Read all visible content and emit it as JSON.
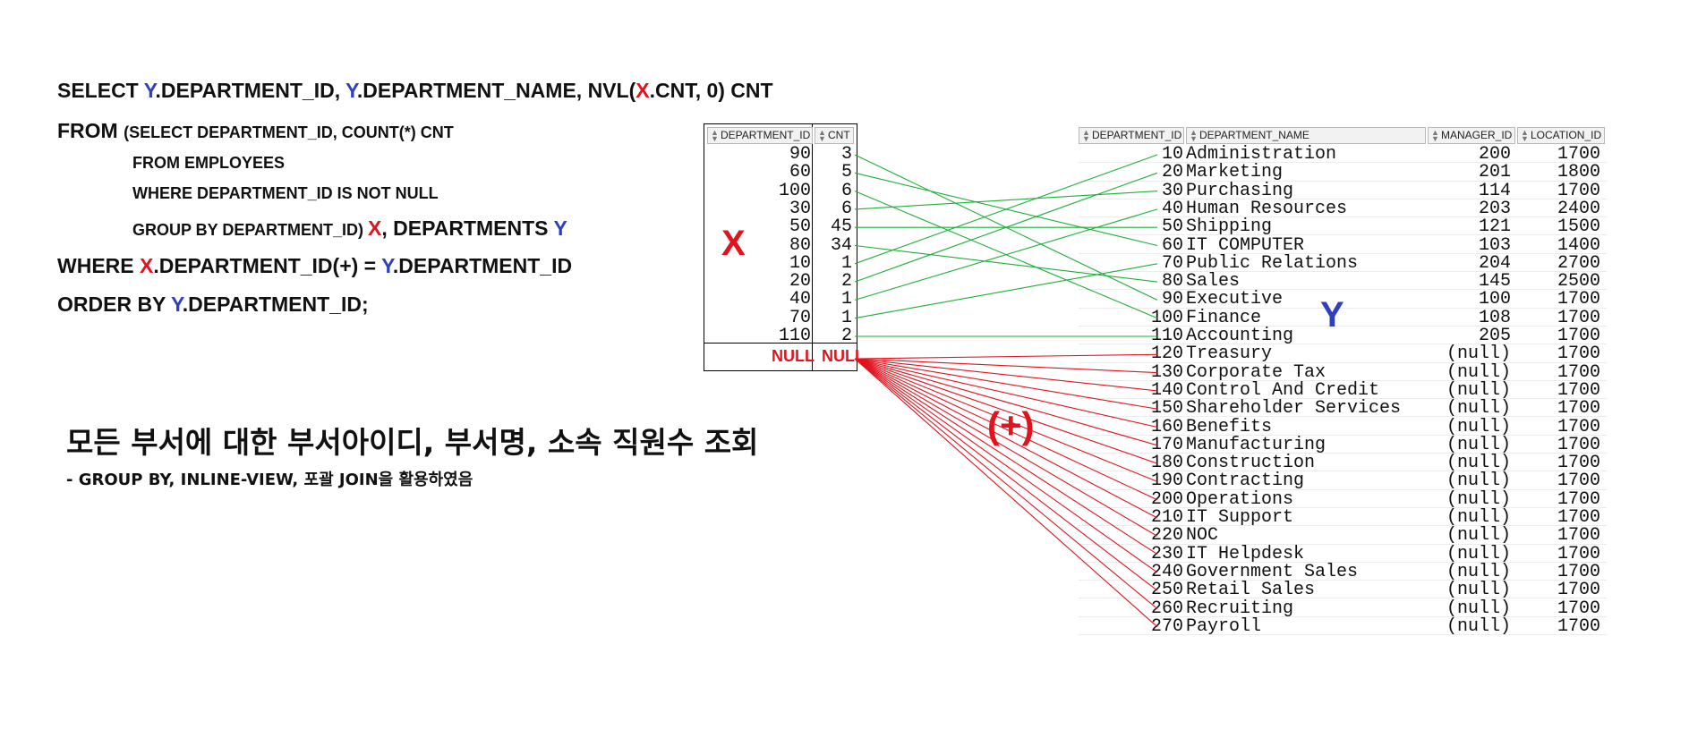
{
  "sql": {
    "select_kw": "SELECT ",
    "y1": "Y",
    "select_col1": ".DEPARTMENT_ID, ",
    "y2": "Y",
    "select_col2": ".DEPARTMENT_NAME, NVL(",
    "x1": "X",
    "select_col3": ".CNT, 0) CNT",
    "from_kw": "FROM ",
    "sub1": "(SELECT DEPARTMENT_ID, COUNT(*) CNT",
    "sub2": "FROM EMPLOYEES",
    "sub3": "WHERE DEPARTMENT_ID IS NOT NULL",
    "sub4": "GROUP BY DEPARTMENT_ID) ",
    "x2": "X",
    "sub4_tail": ", DEPARTMENTS ",
    "y3": "Y",
    "where_kw": "WHERE ",
    "x3": "X",
    "where_mid": ".DEPARTMENT_ID(+) = ",
    "y4": "Y",
    "where_tail": ".DEPARTMENT_ID",
    "order_kw": "ORDER BY ",
    "y5": "Y",
    "order_tail": ".DEPARTMENT_ID;"
  },
  "description": {
    "title": "모든 부서에 대한 부서아이디, 부서명, 소속 직원수 조회",
    "subtitle": "- GROUP BY, INLINE-VIEW, 포괄 JOIN을 활용하였음"
  },
  "labels": {
    "x": "X",
    "y": "Y",
    "outer": "(+)"
  },
  "x_table": {
    "headers": [
      "DEPARTMENT_ID",
      "CNT"
    ],
    "rows": [
      [
        "90",
        "3"
      ],
      [
        "60",
        "5"
      ],
      [
        "100",
        "6"
      ],
      [
        "30",
        "6"
      ],
      [
        "50",
        "45"
      ],
      [
        "80",
        "34"
      ],
      [
        "10",
        "1"
      ],
      [
        "20",
        "2"
      ],
      [
        "40",
        "1"
      ],
      [
        "70",
        "1"
      ],
      [
        "110",
        "2"
      ]
    ],
    "null_row": [
      "NULL",
      "NULL"
    ]
  },
  "y_table": {
    "headers": [
      "DEPARTMENT_ID",
      "DEPARTMENT_NAME",
      "MANAGER_ID",
      "LOCATION_ID"
    ],
    "rows": [
      [
        "10",
        "Administration",
        "200",
        "1700"
      ],
      [
        "20",
        "Marketing",
        "201",
        "1800"
      ],
      [
        "30",
        "Purchasing",
        "114",
        "1700"
      ],
      [
        "40",
        "Human Resources",
        "203",
        "2400"
      ],
      [
        "50",
        "Shipping",
        "121",
        "1500"
      ],
      [
        "60",
        "IT COMPUTER",
        "103",
        "1400"
      ],
      [
        "70",
        "Public Relations",
        "204",
        "2700"
      ],
      [
        "80",
        "Sales",
        "145",
        "2500"
      ],
      [
        "90",
        "Executive",
        "100",
        "1700"
      ],
      [
        "100",
        "Finance",
        "108",
        "1700"
      ],
      [
        "110",
        "Accounting",
        "205",
        "1700"
      ],
      [
        "120",
        "Treasury",
        "(null)",
        "1700"
      ],
      [
        "130",
        "Corporate Tax",
        "(null)",
        "1700"
      ],
      [
        "140",
        "Control And Credit",
        "(null)",
        "1700"
      ],
      [
        "150",
        "Shareholder Services",
        "(null)",
        "1700"
      ],
      [
        "160",
        "Benefits",
        "(null)",
        "1700"
      ],
      [
        "170",
        "Manufacturing",
        "(null)",
        "1700"
      ],
      [
        "180",
        "Construction",
        "(null)",
        "1700"
      ],
      [
        "190",
        "Contracting",
        "(null)",
        "1700"
      ],
      [
        "200",
        "Operations",
        "(null)",
        "1700"
      ],
      [
        "210",
        "IT Support",
        "(null)",
        "1700"
      ],
      [
        "220",
        "NOC",
        "(null)",
        "1700"
      ],
      [
        "230",
        "IT Helpdesk",
        "(null)",
        "1700"
      ],
      [
        "240",
        "Government Sales",
        "(null)",
        "1700"
      ],
      [
        "250",
        "Retail Sales",
        "(null)",
        "1700"
      ],
      [
        "260",
        "Recruiting",
        "(null)",
        "1700"
      ],
      [
        "270",
        "Payroll",
        "(null)",
        "1700"
      ]
    ]
  },
  "colors": {
    "match_line": "#1fae3a",
    "null_line": "#e0141e",
    "x_label": "#e0141e",
    "y_label": "#2f3fbf"
  }
}
